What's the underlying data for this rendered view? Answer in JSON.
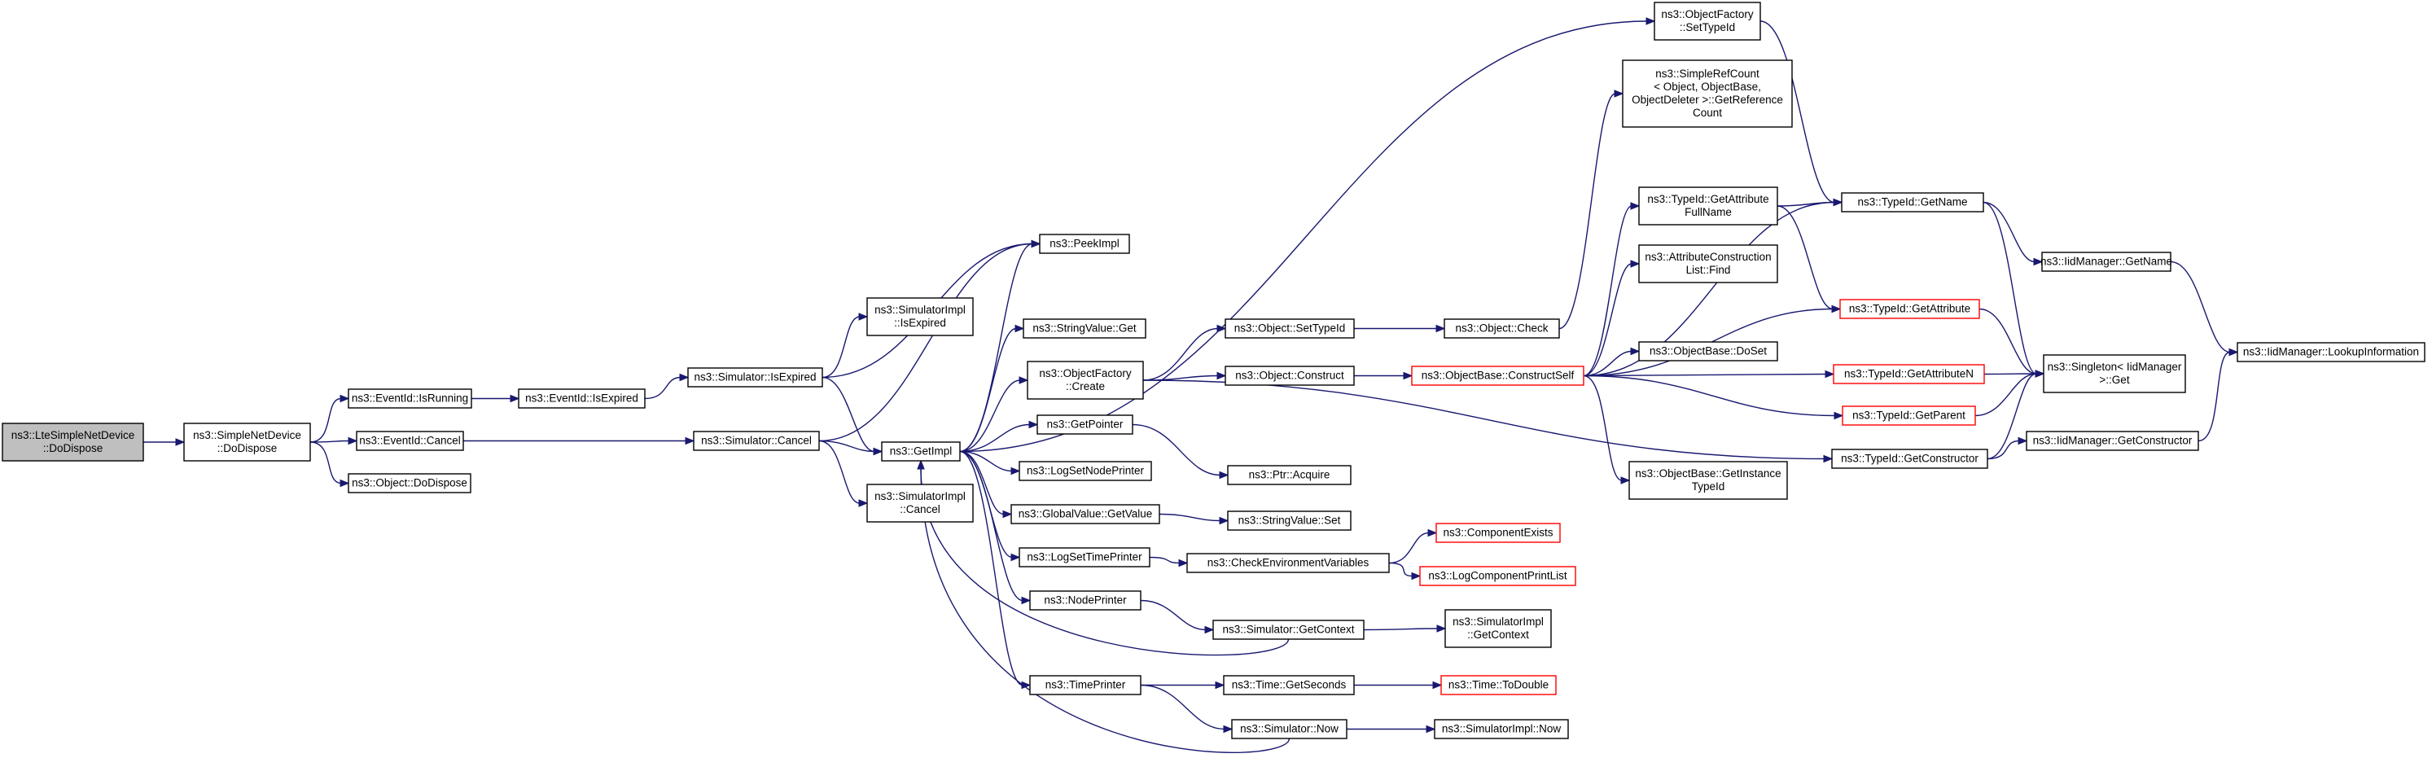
{
  "nodes": [
    {
      "id": "root",
      "lines": [
        "ns3::LteSimpleNetDevice",
        "::DoDispose"
      ],
      "style": "root"
    },
    {
      "id": "sndd",
      "lines": [
        "ns3::SimpleNetDevice",
        "::DoDispose"
      ],
      "style": "normal"
    },
    {
      "id": "evRunning",
      "lines": [
        "ns3::EventId::IsRunning"
      ],
      "style": "normal"
    },
    {
      "id": "evCancel",
      "lines": [
        "ns3::EventId::Cancel"
      ],
      "style": "normal"
    },
    {
      "id": "objDispose",
      "lines": [
        "ns3::Object::DoDispose"
      ],
      "style": "normal"
    },
    {
      "id": "evExpired",
      "lines": [
        "ns3::EventId::IsExpired"
      ],
      "style": "normal"
    },
    {
      "id": "simExpired",
      "lines": [
        "ns3::Simulator::IsExpired"
      ],
      "style": "normal"
    },
    {
      "id": "simCancel",
      "lines": [
        "ns3::Simulator::Cancel"
      ],
      "style": "normal"
    },
    {
      "id": "siExpired",
      "lines": [
        "ns3::SimulatorImpl",
        "::IsExpired"
      ],
      "style": "normal"
    },
    {
      "id": "getImpl",
      "lines": [
        "ns3::GetImpl"
      ],
      "style": "normal"
    },
    {
      "id": "siCancel",
      "lines": [
        "ns3::SimulatorImpl",
        "::Cancel"
      ],
      "style": "normal"
    },
    {
      "id": "peekImpl",
      "lines": [
        "ns3::PeekImpl"
      ],
      "style": "normal"
    },
    {
      "id": "strGet",
      "lines": [
        "ns3::StringValue::Get"
      ],
      "style": "normal"
    },
    {
      "id": "ofCreate",
      "lines": [
        "ns3::ObjectFactory",
        "::Create"
      ],
      "style": "normal"
    },
    {
      "id": "getPointer",
      "lines": [
        "ns3::GetPointer"
      ],
      "style": "normal"
    },
    {
      "id": "logNode",
      "lines": [
        "ns3::LogSetNodePrinter"
      ],
      "style": "normal"
    },
    {
      "id": "gvGet",
      "lines": [
        "ns3::GlobalValue::GetValue"
      ],
      "style": "normal"
    },
    {
      "id": "logTime",
      "lines": [
        "ns3::LogSetTimePrinter"
      ],
      "style": "normal"
    },
    {
      "id": "nodePrinter",
      "lines": [
        "ns3::NodePrinter"
      ],
      "style": "normal"
    },
    {
      "id": "timePrinter",
      "lines": [
        "ns3::TimePrinter"
      ],
      "style": "normal"
    },
    {
      "id": "objSetTid",
      "lines": [
        "ns3::Object::SetTypeId"
      ],
      "style": "normal"
    },
    {
      "id": "objConstruct",
      "lines": [
        "ns3::Object::Construct"
      ],
      "style": "normal"
    },
    {
      "id": "ptrAcquire",
      "lines": [
        "ns3::Ptr::Acquire"
      ],
      "style": "normal"
    },
    {
      "id": "strSet",
      "lines": [
        "ns3::StringValue::Set"
      ],
      "style": "normal"
    },
    {
      "id": "checkEnv",
      "lines": [
        "ns3::CheckEnvironmentVariables"
      ],
      "style": "normal"
    },
    {
      "id": "simCtx",
      "lines": [
        "ns3::Simulator::GetContext"
      ],
      "style": "normal"
    },
    {
      "id": "timeSec",
      "lines": [
        "ns3::Time::GetSeconds"
      ],
      "style": "normal"
    },
    {
      "id": "simNow",
      "lines": [
        "ns3::Simulator::Now"
      ],
      "style": "normal"
    },
    {
      "id": "objCheck",
      "lines": [
        "ns3::Object::Check"
      ],
      "style": "normal"
    },
    {
      "id": "obConstruct",
      "lines": [
        "ns3::ObjectBase::ConstructSelf"
      ],
      "style": "red"
    },
    {
      "id": "compExists",
      "lines": [
        "ns3::ComponentExists"
      ],
      "style": "red"
    },
    {
      "id": "logCompList",
      "lines": [
        "ns3::LogComponentPrintList"
      ],
      "style": "red"
    },
    {
      "id": "siCtx",
      "lines": [
        "ns3::SimulatorImpl",
        "::GetContext"
      ],
      "style": "normal"
    },
    {
      "id": "toDouble",
      "lines": [
        "ns3::Time::ToDouble"
      ],
      "style": "red"
    },
    {
      "id": "siNow",
      "lines": [
        "ns3::SimulatorImpl::Now"
      ],
      "style": "normal"
    },
    {
      "id": "ofSetTid",
      "lines": [
        "ns3::ObjectFactory",
        "::SetTypeId"
      ],
      "style": "normal"
    },
    {
      "id": "refCount",
      "lines": [
        "ns3::SimpleRefCount",
        "< Object, ObjectBase,",
        "ObjectDeleter >::GetReference",
        "Count"
      ],
      "style": "normal"
    },
    {
      "id": "tidAttrFull",
      "lines": [
        "ns3::TypeId::GetAttribute",
        "FullName"
      ],
      "style": "normal"
    },
    {
      "id": "acFind",
      "lines": [
        "ns3::AttributeConstruction",
        "List::Find"
      ],
      "style": "normal"
    },
    {
      "id": "obDoSet",
      "lines": [
        "ns3::ObjectBase::DoSet"
      ],
      "style": "normal"
    },
    {
      "id": "obInstTid",
      "lines": [
        "ns3::ObjectBase::GetInstance",
        "TypeId"
      ],
      "style": "normal"
    },
    {
      "id": "tidGetName",
      "lines": [
        "ns3::TypeId::GetName"
      ],
      "style": "normal"
    },
    {
      "id": "tidGetAttr",
      "lines": [
        "ns3::TypeId::GetAttribute"
      ],
      "style": "red"
    },
    {
      "id": "tidGetAttrN",
      "lines": [
        "ns3::TypeId::GetAttributeN"
      ],
      "style": "red"
    },
    {
      "id": "tidGetParent",
      "lines": [
        "ns3::TypeId::GetParent"
      ],
      "style": "red"
    },
    {
      "id": "tidGetCtor",
      "lines": [
        "ns3::TypeId::GetConstructor"
      ],
      "style": "normal"
    },
    {
      "id": "iidGetName",
      "lines": [
        "ns3::IidManager::GetName"
      ],
      "style": "normal"
    },
    {
      "id": "singletonGet",
      "lines": [
        "ns3::Singleton< IidManager",
        ">::Get"
      ],
      "style": "normal"
    },
    {
      "id": "iidGetCtor",
      "lines": [
        "ns3::IidManager::GetConstructor"
      ],
      "style": "normal"
    },
    {
      "id": "iidLookup",
      "lines": [
        "ns3::IidManager::LookupInformation"
      ],
      "style": "normal"
    }
  ],
  "edges": [
    [
      "root",
      "sndd"
    ],
    [
      "sndd",
      "evRunning"
    ],
    [
      "sndd",
      "evCancel"
    ],
    [
      "sndd",
      "objDispose"
    ],
    [
      "evRunning",
      "evExpired"
    ],
    [
      "evExpired",
      "simExpired"
    ],
    [
      "evCancel",
      "simCancel"
    ],
    [
      "simExpired",
      "siExpired"
    ],
    [
      "simExpired",
      "getImpl"
    ],
    [
      "simExpired",
      "peekImpl"
    ],
    [
      "simCancel",
      "getImpl"
    ],
    [
      "simCancel",
      "siCancel"
    ],
    [
      "simCancel",
      "peekImpl"
    ],
    [
      "getImpl",
      "peekImpl"
    ],
    [
      "getImpl",
      "strGet"
    ],
    [
      "getImpl",
      "ofCreate"
    ],
    [
      "getImpl",
      "getPointer"
    ],
    [
      "getImpl",
      "logNode"
    ],
    [
      "getImpl",
      "gvGet"
    ],
    [
      "getImpl",
      "logTime"
    ],
    [
      "getImpl",
      "nodePrinter"
    ],
    [
      "getImpl",
      "timePrinter"
    ],
    [
      "getImpl",
      "ofSetTid"
    ],
    [
      "ofCreate",
      "objSetTid"
    ],
    [
      "ofCreate",
      "objConstruct"
    ],
    [
      "ofCreate",
      "tidGetCtor"
    ],
    [
      "getPointer",
      "ptrAcquire"
    ],
    [
      "gvGet",
      "strSet"
    ],
    [
      "logTime",
      "checkEnv"
    ],
    [
      "nodePrinter",
      "simCtx"
    ],
    [
      "timePrinter",
      "timeSec"
    ],
    [
      "timePrinter",
      "simNow"
    ],
    [
      "objSetTid",
      "objCheck"
    ],
    [
      "objConstruct",
      "obConstruct"
    ],
    [
      "checkEnv",
      "compExists"
    ],
    [
      "checkEnv",
      "logCompList"
    ],
    [
      "simCtx",
      "getImpl"
    ],
    [
      "simCtx",
      "siCtx"
    ],
    [
      "timeSec",
      "toDouble"
    ],
    [
      "simNow",
      "getImpl"
    ],
    [
      "simNow",
      "siNow"
    ],
    [
      "objCheck",
      "refCount"
    ],
    [
      "obConstruct",
      "tidAttrFull"
    ],
    [
      "obConstruct",
      "acFind"
    ],
    [
      "obConstruct",
      "obDoSet"
    ],
    [
      "obConstruct",
      "obInstTid"
    ],
    [
      "obConstruct",
      "tidGetName"
    ],
    [
      "obConstruct",
      "tidGetAttr"
    ],
    [
      "obConstruct",
      "tidGetAttrN"
    ],
    [
      "obConstruct",
      "tidGetParent"
    ],
    [
      "ofSetTid",
      "tidGetName"
    ],
    [
      "tidAttrFull",
      "tidGetName"
    ],
    [
      "tidAttrFull",
      "tidGetAttr"
    ],
    [
      "tidGetName",
      "iidGetName"
    ],
    [
      "tidGetName",
      "singletonGet"
    ],
    [
      "tidGetAttr",
      "singletonGet"
    ],
    [
      "tidGetAttrN",
      "singletonGet"
    ],
    [
      "tidGetParent",
      "singletonGet"
    ],
    [
      "tidGetCtor",
      "singletonGet"
    ],
    [
      "tidGetCtor",
      "iidGetCtor"
    ],
    [
      "iidGetName",
      "iidLookup"
    ],
    [
      "iidGetCtor",
      "iidLookup"
    ]
  ],
  "colors": {
    "edge": "#191970",
    "red_border": "#ff0000",
    "root_fill": "#bfbfbf"
  }
}
